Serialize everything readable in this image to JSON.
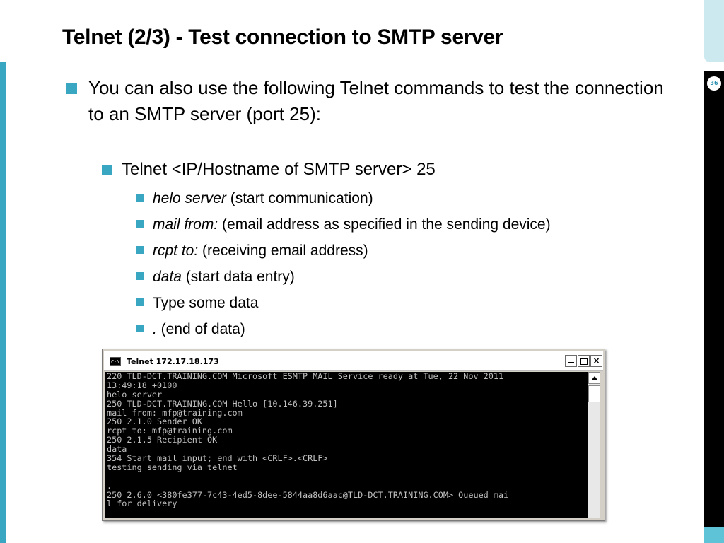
{
  "slide": {
    "title": "Telnet (2/3) - Test connection to SMTP server",
    "page_number": "36",
    "accent_color": "#3aa7c2"
  },
  "bullets": {
    "level1": "You can also use the following Telnet commands to test the connection to an SMTP server (port 25):",
    "level2": "Telnet <IP/Hostname of SMTP server> 25",
    "level3": [
      {
        "italic": "helo server",
        "text": " (start communication)"
      },
      {
        "italic": "mail from:",
        "text": " (email address as specified in the sending device)"
      },
      {
        "italic": "rcpt to:",
        "text": " (receiving email address)"
      },
      {
        "italic": "data",
        "text": " (start data entry)"
      },
      {
        "italic": "",
        "text": "Type some data"
      },
      {
        "italic": ".",
        "text": " (end of data)"
      }
    ]
  },
  "telnet_window": {
    "title": "Telnet 172.17.18.173",
    "icon": "cmd-icon",
    "icon_label": "C:\\",
    "buttons": [
      "minimize",
      "maximize",
      "close"
    ],
    "close_label": "×",
    "console_lines": [
      "220 TLD-DCT.TRAINING.COM Microsoft ESMTP MAIL Service ready at Tue, 22 Nov 2011",
      "13:49:18 +0100",
      "helo server",
      "250 TLD-DCT.TRAINING.COM Hello [10.146.39.251]",
      "mail from: mfp@training.com",
      "250 2.1.0 Sender OK",
      "rcpt to: mfp@training.com",
      "250 2.1.5 Recipient OK",
      "data",
      "354 Start mail input; end with <CRLF>.<CRLF>",
      "testing sending via telnet",
      "",
      ".",
      "250 2.6.0 <380fe377-7c43-4ed5-8dee-5844aa8d6aac@TLD-DCT.TRAINING.COM> Queued mai",
      "l for delivery"
    ]
  }
}
